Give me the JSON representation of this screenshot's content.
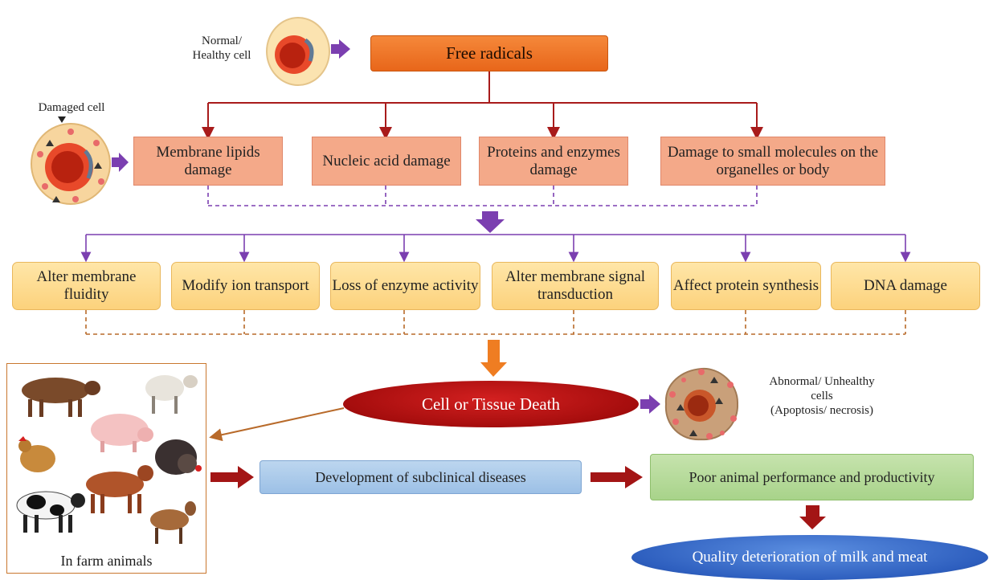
{
  "healthy_cell_label": "Normal/\nHealthy cell",
  "damaged_cell_label": "Damaged cell",
  "free_radicals": "Free radicals",
  "damage_boxes": [
    "Membrane lipids damage",
    "Nucleic acid damage",
    "Proteins and enzymes damage",
    "Damage to small molecules on the organelles or body"
  ],
  "effect_boxes": [
    "Alter membrane fluidity",
    "Modify ion transport",
    "Loss of enzyme activity",
    "Alter membrane signal transduction",
    "Affect protein synthesis",
    "DNA damage"
  ],
  "cell_death": "Cell or Tissue Death",
  "unhealthy_label": "Abnormal/ Unhealthy\ncells\n(Apoptosis/ necrosis)",
  "farm_label": "In farm animals",
  "subclinical": "Development of subclinical diseases",
  "poor_performance": "Poor animal performance and productivity",
  "quality": "Quality deterioration of milk and meat",
  "colors": {
    "dark_red_line": "#a81b1b",
    "purple": "#7b3fb0",
    "brown_dashed": "#b86a2a",
    "orange_arrow": "#ef7d22"
  }
}
